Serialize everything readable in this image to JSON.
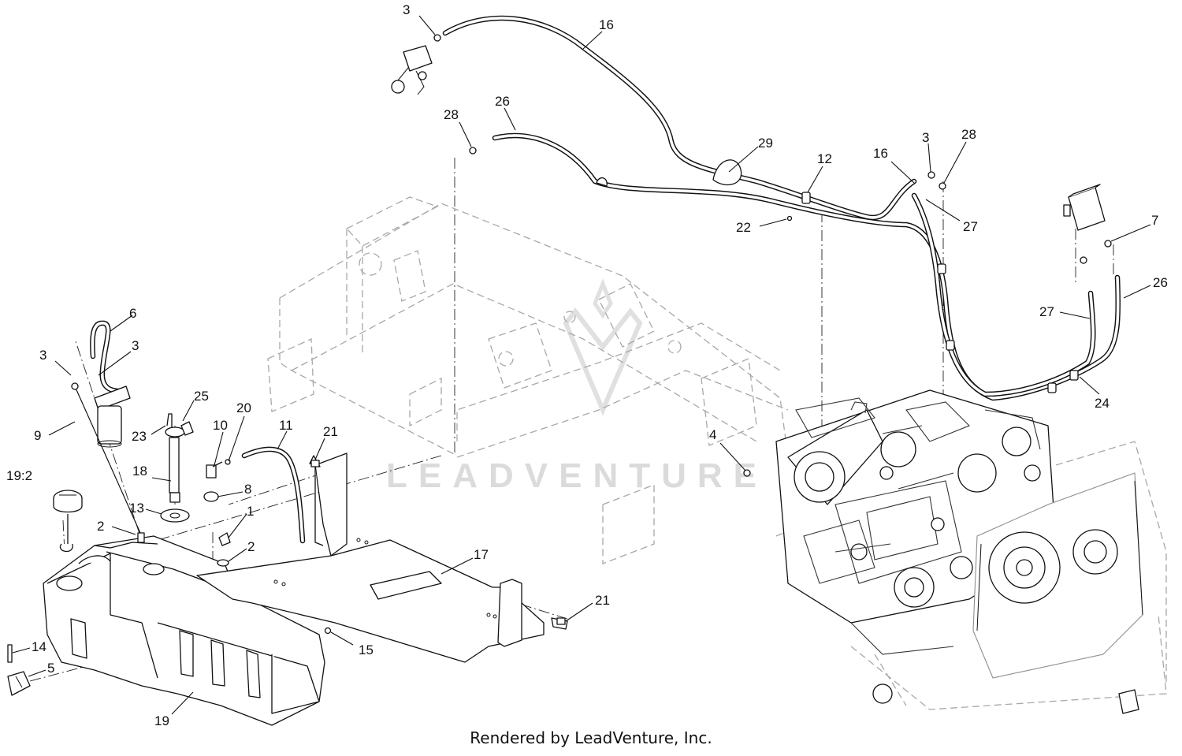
{
  "watermark": {
    "brand": "LEADVENTURE"
  },
  "credit": "Rendered by LeadVenture, Inc.",
  "callouts": [
    "3",
    "16",
    "28",
    "26",
    "29",
    "12",
    "22",
    "16",
    "3",
    "28",
    "27",
    "7",
    "26",
    "27",
    "24",
    "6",
    "3",
    "3",
    "9",
    "25",
    "23",
    "10",
    "20",
    "11",
    "21",
    "18",
    "8",
    "19:2",
    "13",
    "1",
    "2",
    "2",
    "17",
    "21",
    "14",
    "5",
    "15",
    "19",
    "4"
  ]
}
